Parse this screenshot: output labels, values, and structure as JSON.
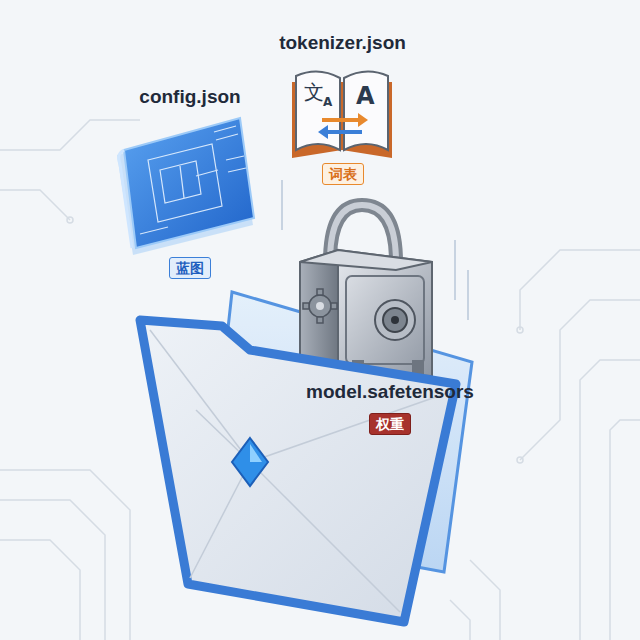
{
  "diagram": {
    "nodes": [
      {
        "text": [
          "tokenizer.json",
          "词表"
        ]
      },
      {
        "text": [
          "config.json",
          "蓝图"
        ]
      },
      {
        "text": [
          "model.safetensors",
          "权重"
        ]
      }
    ],
    "labels": [
      "文",
      "A",
      "A"
    ]
  }
}
